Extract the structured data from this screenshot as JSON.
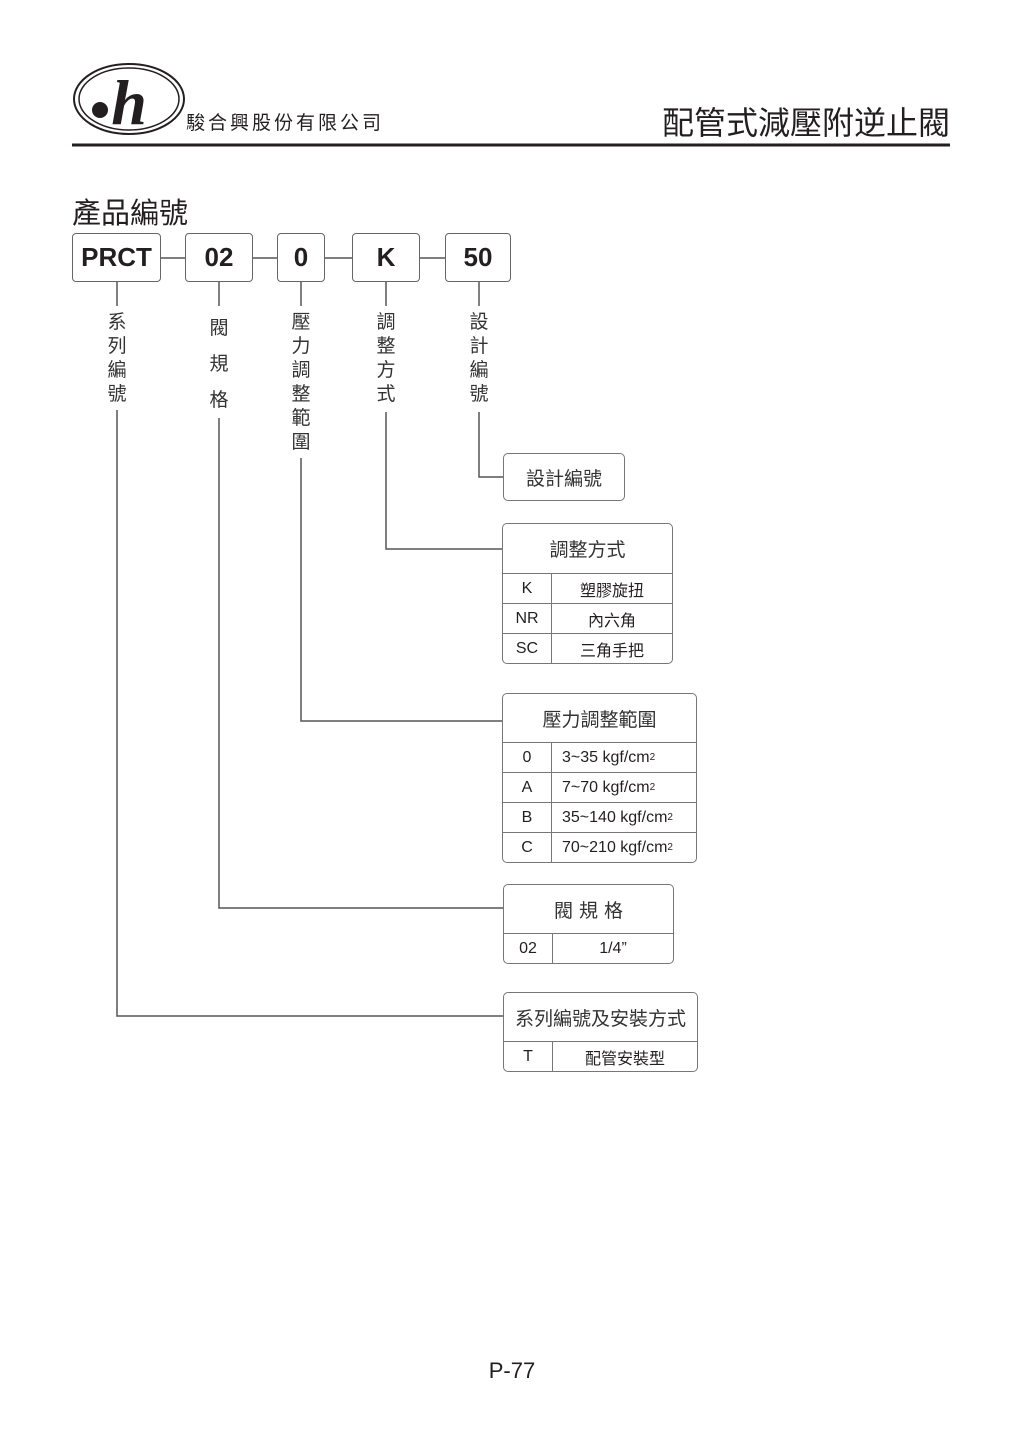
{
  "header": {
    "company": "駿合興股份有限公司",
    "logo_text": "h",
    "title": "配管式減壓附逆止閥"
  },
  "section_title": "產品編號",
  "codes": [
    "PRCT",
    "02",
    "0",
    "K",
    "50"
  ],
  "labels": {
    "series": "系列編號",
    "size": "閥規格",
    "pressure": "壓力調整範圍",
    "adjust": "調整方式",
    "design": "設計編號"
  },
  "design_box": {
    "title": "設計編號"
  },
  "adjust_table": {
    "title": "調整方式",
    "rows": [
      {
        "code": "K",
        "desc": "塑膠旋扭"
      },
      {
        "code": "NR",
        "desc": "內六角"
      },
      {
        "code": "SC",
        "desc": "三角手把"
      }
    ]
  },
  "pressure_table": {
    "title": "壓力調整範圍",
    "sup": "2",
    "rows": [
      {
        "code": "0",
        "desc": "3~35 kgf/cm"
      },
      {
        "code": "A",
        "desc": "7~70 kgf/cm"
      },
      {
        "code": "B",
        "desc": "35~140 kgf/cm"
      },
      {
        "code": "C",
        "desc": "70~210 kgf/cm"
      }
    ]
  },
  "size_table": {
    "title": "閥 規 格",
    "rows": [
      {
        "code": "02",
        "desc": "1/4”"
      }
    ]
  },
  "series_table": {
    "title": "系列編號及安裝方式",
    "rows": [
      {
        "code": "T",
        "desc": "配管安裝型"
      }
    ]
  },
  "footer": {
    "page": "P-77"
  }
}
